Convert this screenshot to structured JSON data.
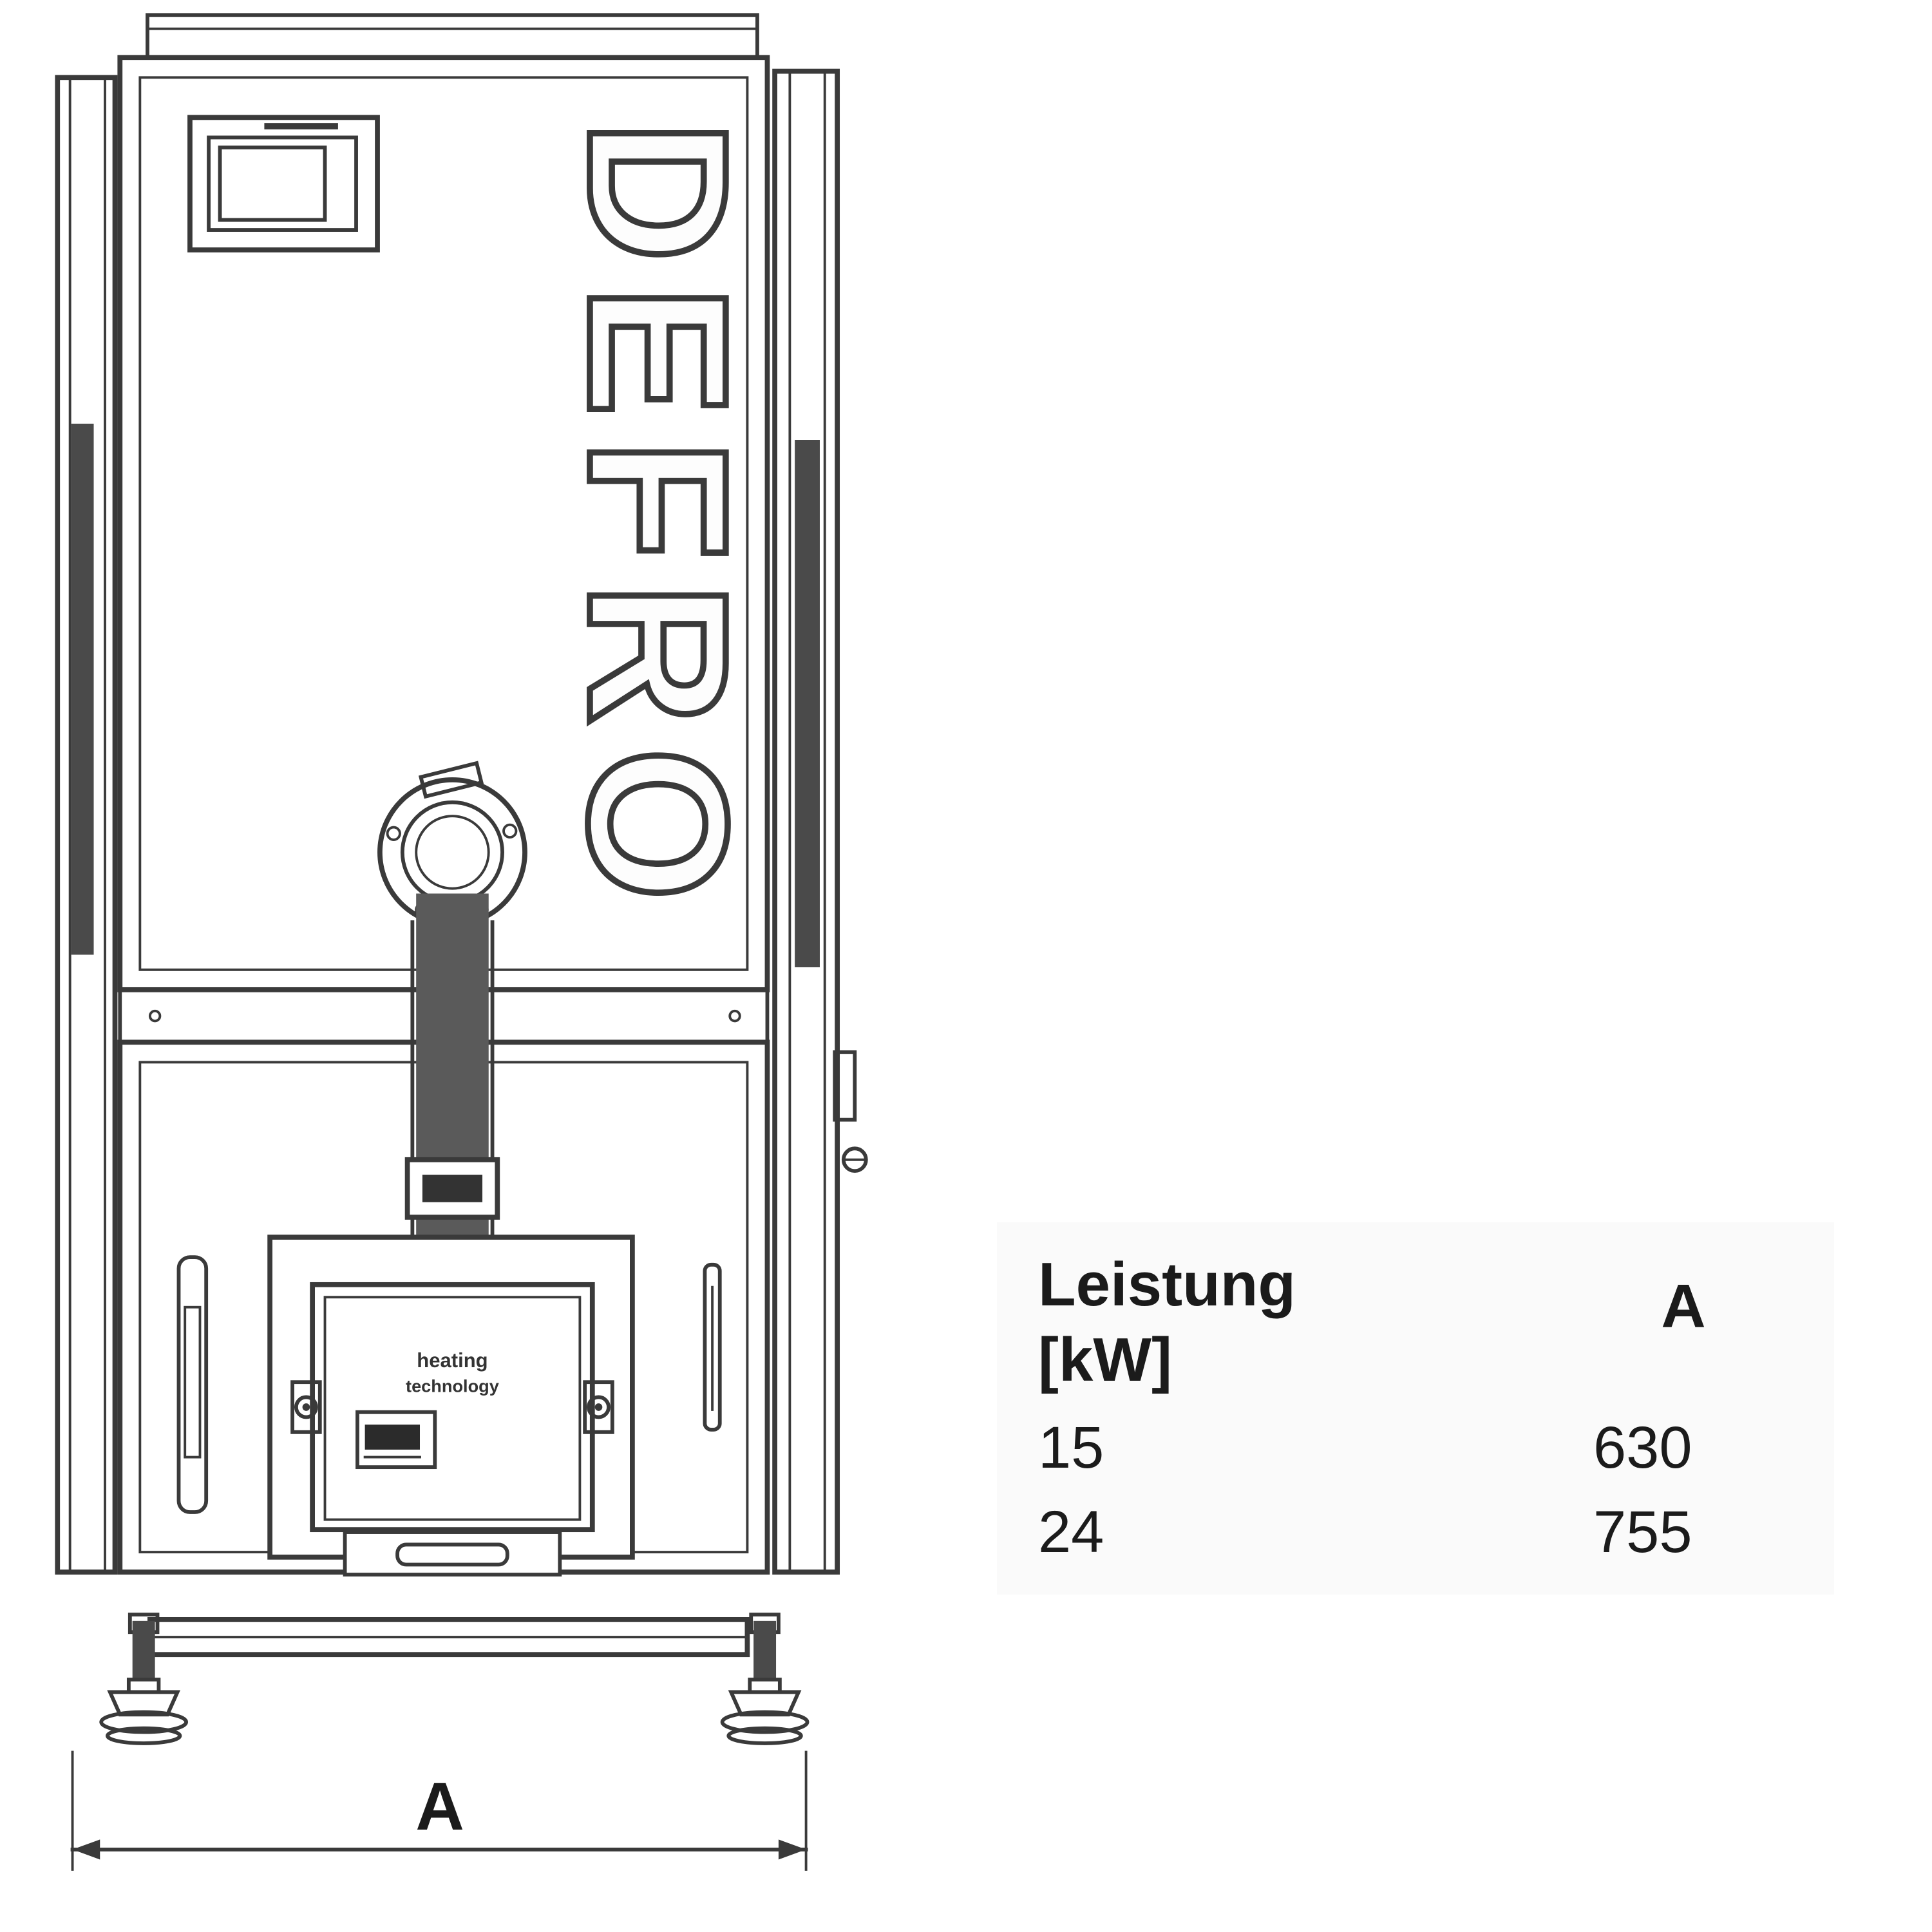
{
  "diagram": {
    "logo_vertical": "DEFRO",
    "burner_label_line1": "heating",
    "burner_label_line2": "technology",
    "dimension_label": "A"
  },
  "table": {
    "col1_header_line1": "Leistung",
    "col1_header_line2": "[kW]",
    "col2_header": "A",
    "rows": [
      {
        "kw": "15",
        "a": "630"
      },
      {
        "kw": "24",
        "a": "755"
      }
    ]
  }
}
